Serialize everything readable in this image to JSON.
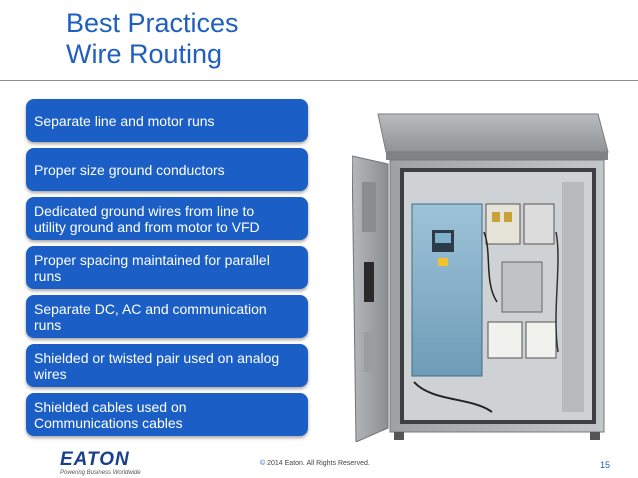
{
  "title": {
    "line1": "Best Practices",
    "line2": "Wire Routing"
  },
  "items": [
    {
      "lines": [
        "Separate line and motor runs"
      ]
    },
    {
      "lines": [
        "Proper size ground conductors"
      ]
    },
    {
      "lines": [
        "Dedicated ground wires from line to",
        "utility ground and from motor to VFD"
      ]
    },
    {
      "lines": [
        "Proper spacing maintained for parallel",
        "runs"
      ]
    },
    {
      "lines": [
        "Separate DC, AC and communication",
        "runs"
      ]
    },
    {
      "lines": [
        "Shielded or twisted pair used on analog",
        "wires"
      ]
    },
    {
      "lines": [
        "Shielded cables used on",
        "Communications cables"
      ]
    }
  ],
  "footer": {
    "logo_text": "EATON",
    "tagline": "Powering Business Worldwide",
    "copyright_symbol": "©",
    "copyright": "2014 Eaton. All Rights Reserved.",
    "page_number": "15"
  },
  "colors": {
    "accent": "#1f5fbf",
    "box": "#1b5fc6"
  }
}
